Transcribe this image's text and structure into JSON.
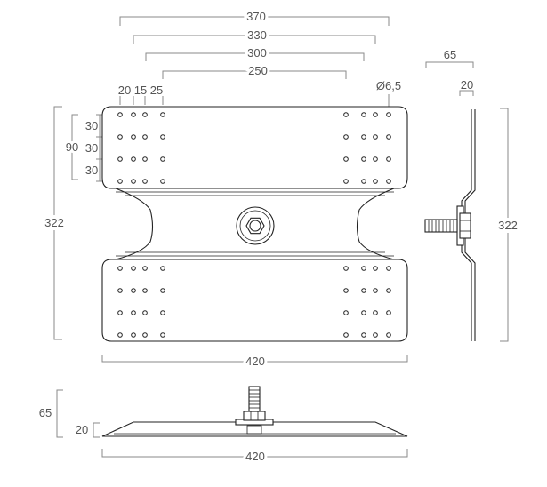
{
  "dimensions": {
    "top": [
      "370",
      "330",
      "300",
      "250"
    ],
    "hole_spacing": [
      "20",
      "15",
      "25"
    ],
    "hole_diameter": "Ø6,5",
    "left_vertical": [
      "30",
      "30",
      "30"
    ],
    "left_group": "90",
    "height_left": "322",
    "width_front": "420",
    "side_width": "65",
    "side_plate": "20",
    "height_right": "322",
    "bottom_height": "65",
    "bottom_plate": "20",
    "width_bottom": "420"
  },
  "colors": {
    "line": "#222222",
    "dimension_line": "#8a8a8a",
    "text": "#555555"
  }
}
